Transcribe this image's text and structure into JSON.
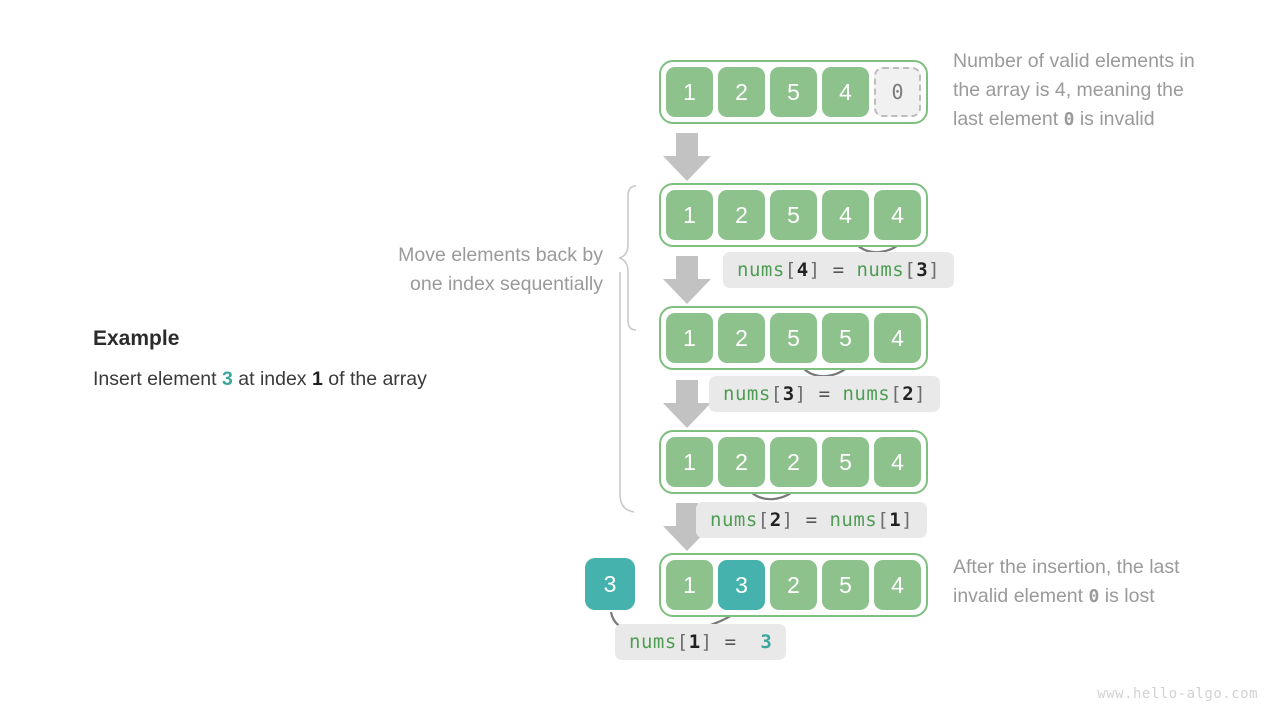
{
  "page": {
    "watermark": "www.hello-algo.com"
  },
  "example": {
    "title": "Example",
    "line_prefix": "Insert element ",
    "value": "3",
    "line_mid": " at index ",
    "index": "1",
    "line_suffix": " of the array"
  },
  "notes": {
    "top_right_1": "Number of valid elements in",
    "top_right_2": "the array is 4, meaning the",
    "top_right_3a": "last element ",
    "top_right_3b": "0",
    "top_right_3c": " is invalid",
    "left_1": "Move elements back by",
    "left_2": "one index sequentially",
    "bottom_right_1": "After the insertion, the last",
    "bottom_right_2a": "invalid element ",
    "bottom_right_2b": "0",
    "bottom_right_2c": " is lost"
  },
  "rows": [
    {
      "id": "row-initial",
      "cells": [
        {
          "value": "1",
          "style": "green"
        },
        {
          "value": "2",
          "style": "green"
        },
        {
          "value": "5",
          "style": "green"
        },
        {
          "value": "4",
          "style": "green"
        },
        {
          "value": "0",
          "style": "invalid"
        }
      ]
    },
    {
      "id": "row-step-1",
      "cells": [
        {
          "value": "1",
          "style": "green"
        },
        {
          "value": "2",
          "style": "green"
        },
        {
          "value": "5",
          "style": "green"
        },
        {
          "value": "4",
          "style": "green"
        },
        {
          "value": "4",
          "style": "green"
        }
      ]
    },
    {
      "id": "row-step-2",
      "cells": [
        {
          "value": "1",
          "style": "green"
        },
        {
          "value": "2",
          "style": "green"
        },
        {
          "value": "5",
          "style": "green"
        },
        {
          "value": "5",
          "style": "green"
        },
        {
          "value": "4",
          "style": "green"
        }
      ]
    },
    {
      "id": "row-step-3",
      "cells": [
        {
          "value": "1",
          "style": "green"
        },
        {
          "value": "2",
          "style": "green"
        },
        {
          "value": "2",
          "style": "green"
        },
        {
          "value": "5",
          "style": "green"
        },
        {
          "value": "4",
          "style": "green"
        }
      ]
    },
    {
      "id": "row-final",
      "cells": [
        {
          "value": "1",
          "style": "green"
        },
        {
          "value": "3",
          "style": "teal"
        },
        {
          "value": "2",
          "style": "green"
        },
        {
          "value": "5",
          "style": "green"
        },
        {
          "value": "4",
          "style": "green"
        }
      ]
    }
  ],
  "inserted_element": {
    "value": "3"
  },
  "code_labels": [
    {
      "id": "assign-4-3",
      "lhs_name": "nums",
      "lhs_open": "[",
      "lhs_index": "4",
      "lhs_close": "]",
      "op": "=",
      "rhs_name": "nums",
      "rhs_open": "[",
      "rhs_index": "3",
      "rhs_close": "]"
    },
    {
      "id": "assign-3-2",
      "lhs_name": "nums",
      "lhs_open": "[",
      "lhs_index": "3",
      "lhs_close": "]",
      "op": "=",
      "rhs_name": "nums",
      "rhs_open": "[",
      "rhs_index": "2",
      "rhs_close": "]"
    },
    {
      "id": "assign-2-1",
      "lhs_name": "nums",
      "lhs_open": "[",
      "lhs_index": "2",
      "lhs_close": "]",
      "op": "=",
      "rhs_name": "nums",
      "rhs_open": "[",
      "rhs_index": "1",
      "rhs_close": "]"
    },
    {
      "id": "assign-1-value",
      "lhs_name": "nums",
      "lhs_open": "[",
      "lhs_index": "1",
      "lhs_close": "]",
      "op": "=",
      "rhs_value": "3"
    }
  ],
  "colors": {
    "green_cell": "#8dc28c",
    "green_border": "#7fbf7f",
    "teal_cell": "#45b2ae",
    "invalid_fill": "#f1f1f1",
    "invalid_border": "#bdbdbd",
    "arrow_gray": "#c2c2c2",
    "curve_gray": "#7a7a7a",
    "note_gray": "#9a9a9a",
    "chip_bg": "#e9e9e9",
    "code_green": "#4f9d54"
  }
}
